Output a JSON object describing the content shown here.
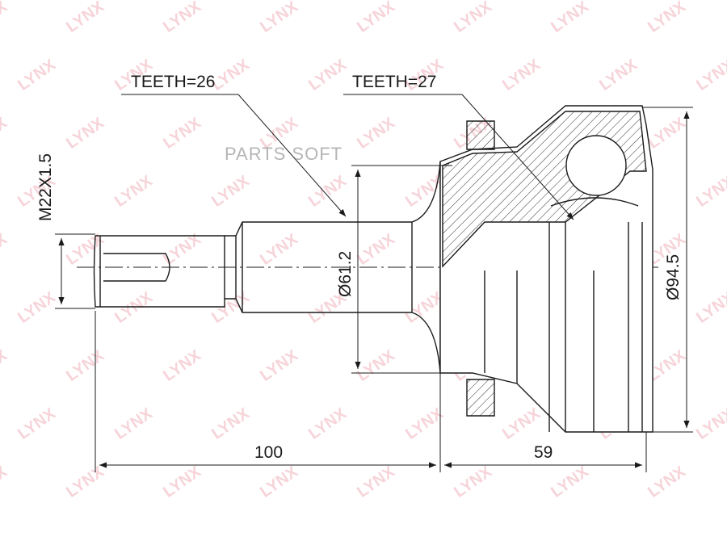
{
  "watermark": {
    "text": "LYNX",
    "brand": "PARTS SOFT"
  },
  "annotations": {
    "teeth_left": "TEETH=26",
    "teeth_right": "TEETH=27",
    "thread": "M22X1.5",
    "inner_diameter": "Ø61.2",
    "outer_diameter": "Ø94.5",
    "length_shaft": "100",
    "length_housing": "59"
  },
  "colors": {
    "line": "#1a1a1a",
    "watermark": "#d63c50"
  }
}
